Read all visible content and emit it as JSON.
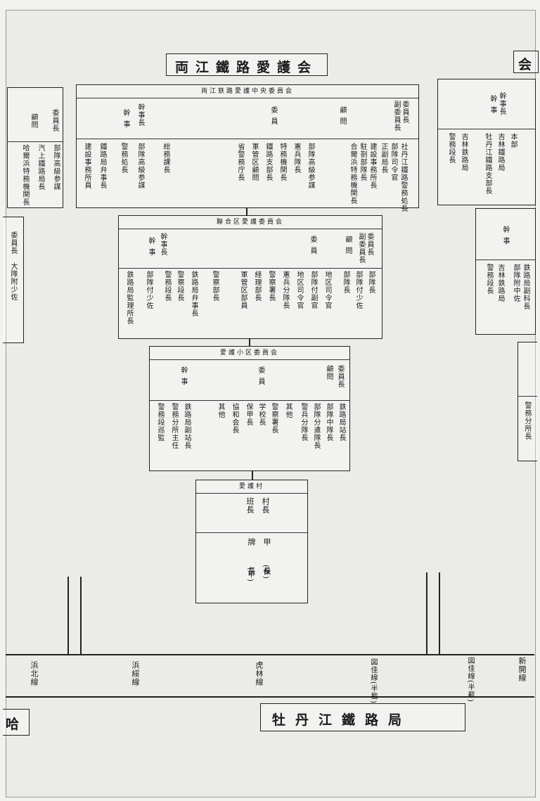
{
  "main_title": "両江鐵路愛護会",
  "right_title_fragment": "会",
  "joint_committee": {
    "header": "両江鉄路愛護中央委員会",
    "right_roles": [
      "委員長",
      "副委員長"
    ],
    "right_cols": [
      "社丹江鐵路警務処長",
      "部隊司令官",
      "正副局長"
    ],
    "advisor_label": "顧問",
    "advisor_cols": [
      "建設事務所長",
      "駐剳部隊長",
      "合爾浜特務機関長"
    ],
    "member_label": "委員",
    "member_cols": [
      "部隊高級参謀",
      "憲兵隊長",
      "特務機関長",
      "鐵路支部長",
      "軍管区顧問",
      "省警務庁長"
    ],
    "secretary_label": "幹事長",
    "secretary_label2": "幹事",
    "secretary_cols": [
      "建設事務所員",
      "鐵路局弁事長",
      "警務処長",
      "総務課長",
      "部隊高級参謀"
    ]
  },
  "left_box": {
    "roles": [
      "委員長",
      "顧問"
    ],
    "cols": [
      "部隊高級参謀",
      "汽上鐵路局長",
      "哈爾浜特務機関長"
    ]
  },
  "right_box": {
    "roles": [
      "幹事長",
      "幹事"
    ],
    "cols": [
      "本部",
      "吉林鐵路局",
      "牡丹江鐵路支部長",
      "吉林鉄路局",
      "警務段長"
    ]
  },
  "regional_committee": {
    "header": "聯合区愛護委員会",
    "right_roles": [
      "委員長",
      "副委員長"
    ],
    "right_cols": [
      "部隊長",
      "部隊付少佐",
      "部隊長"
    ],
    "advisor_label": "顧問",
    "member_label": "委員",
    "member_cols": [
      "地区司令官",
      "部隊付副官",
      "地区司令官",
      "憲兵分隊長",
      "警察署長",
      "経理部長",
      "軍管区部員"
    ],
    "secretary_label": "幹事長",
    "secretary_label2": "幹事",
    "secretary_cols": [
      "鉄路局監理所長",
      "部隊付少佐",
      "警務段長",
      "警察段長",
      "鉄路局弁事長",
      "警察部長"
    ]
  },
  "right_mid_box": {
    "label": "幹事",
    "cols": [
      "鉄路局副科長",
      "部隊附中佐",
      "吉林鉄路局",
      "警務段長"
    ]
  },
  "small_committee": {
    "header": "愛護小区委員会",
    "right_roles": [
      "委員長",
      "顧問"
    ],
    "right_cols": [
      "鉄路局站長",
      "部隊中隊長",
      "部隊分遣隊長",
      "警兵分隊長"
    ],
    "member_label": "委員",
    "member_cols": [
      "其他",
      "警察署長",
      "学校長",
      "保甲長",
      "協和会長",
      "其他"
    ],
    "secretary_label": "幹事",
    "secretary_cols": [
      "鉄路局副站長",
      "警務分所主任",
      "警務段巡監"
    ]
  },
  "village": {
    "header": "愛護村",
    "head_role": "村長",
    "squad_role": "班長",
    "jia_role": "甲長",
    "pai_role": "牌長",
    "notes": [
      "(保)",
      "(甲)"
    ]
  },
  "rail_lines": [
    "浜北線",
    "浜綏線",
    "虎林線",
    "図佳線(半截)",
    "図佳線(半截)",
    "新開線"
  ],
  "bottom_title": "牡丹江鐵路局",
  "bottom_left_fragment": "哈"
}
